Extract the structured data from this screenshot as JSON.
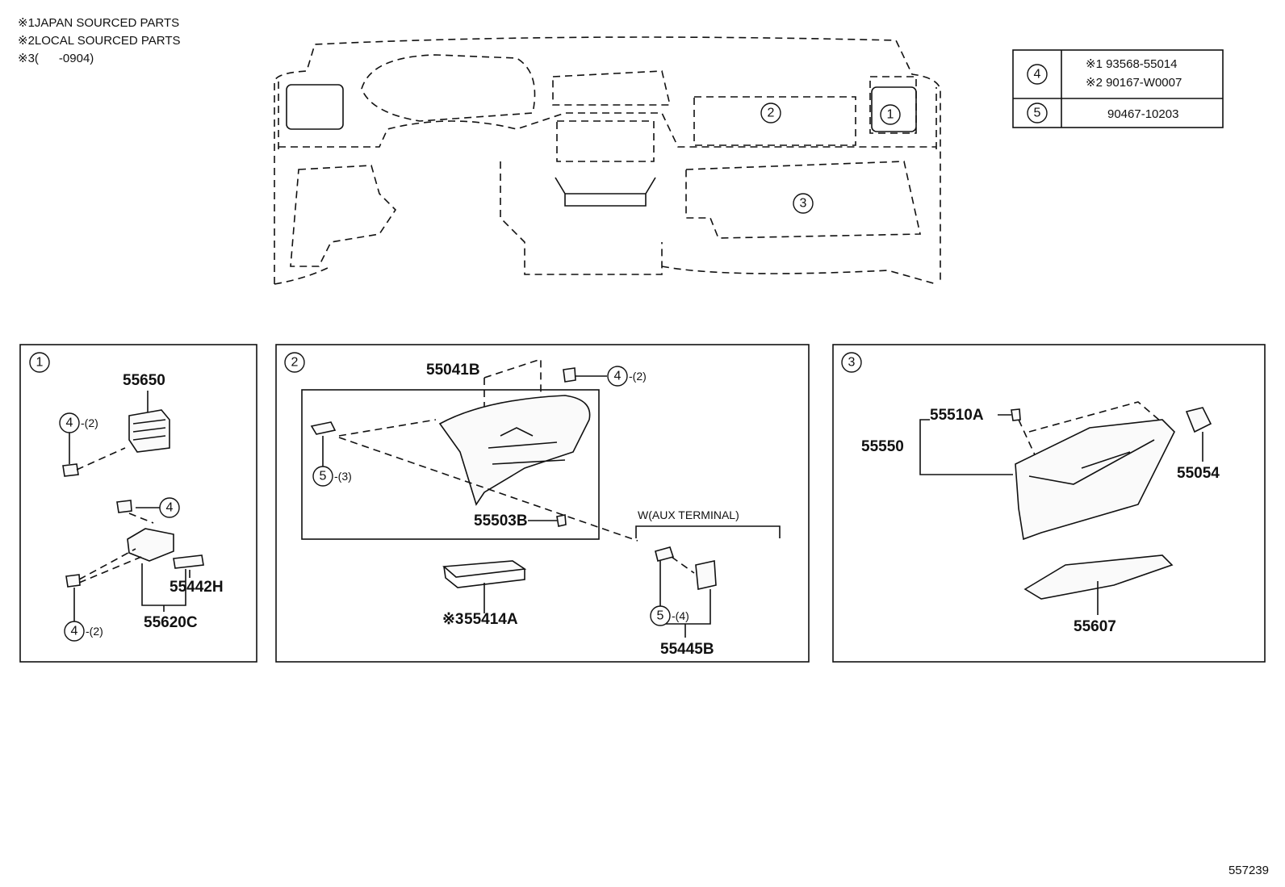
{
  "notes": [
    {
      "marker": "※1",
      "text": "JAPAN SOURCED PARTS"
    },
    {
      "marker": "※2",
      "text": "LOCAL SOURCED PARTS"
    },
    {
      "marker": "※3",
      "text": "(      -0904)"
    }
  ],
  "parts_table": {
    "rows": [
      {
        "ref": "4",
        "lines": [
          "※1  93568-55014",
          "※2  90167-W0007"
        ]
      },
      {
        "ref": "5",
        "lines": [
          "90467-10203"
        ]
      }
    ]
  },
  "overview_refs": [
    "1",
    "2",
    "3"
  ],
  "panels": [
    {
      "ref": "1",
      "labels": {
        "p55650": "55650",
        "p55442H": "55442H",
        "p55620C": "55620C",
        "q1": "-(2)",
        "q2": "-(2)"
      }
    },
    {
      "ref": "2",
      "labels": {
        "p55041B": "55041B",
        "p55503B": "55503B",
        "p55414A": "55414A",
        "p55414A_marker": "※3",
        "p55445B": "55445B",
        "aux": "W(AUX TERMINAL)",
        "q_top": "-(2)",
        "q_left": "-(3)",
        "q_aux": "-(4)"
      }
    },
    {
      "ref": "3",
      "labels": {
        "p55510A": "55510A",
        "p55550": "55550",
        "p55054": "55054",
        "p55607": "55607"
      }
    }
  ],
  "bolt_ref": "4",
  "clip_ref": "5",
  "diagram_id": "557239"
}
